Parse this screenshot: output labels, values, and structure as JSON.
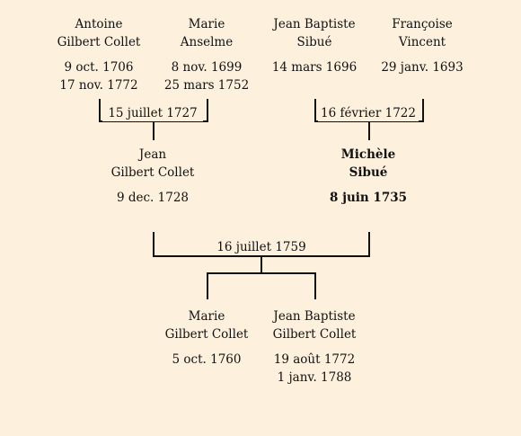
{
  "generation1": [
    {
      "first": "Antoine",
      "last": "Gilbert Collet",
      "birth": "9 oct. 1706",
      "death": "17 nov. 1772"
    },
    {
      "first": "Marie",
      "last": "Anselme",
      "birth": "8 nov. 1699",
      "death": "25 mars 1752"
    },
    {
      "first": "Jean Baptiste",
      "last": "Sibué",
      "birth": "14 mars 1696",
      "death": ""
    },
    {
      "first": "Françoise",
      "last": "Vincent",
      "birth": "29 janv. 1693",
      "death": ""
    }
  ],
  "marriages": {
    "left": "15 juillet 1727",
    "right": "16 février 1722",
    "center": "16 juillet 1759"
  },
  "generation2": [
    {
      "first": "Jean",
      "last": "Gilbert Collet",
      "birth": "9 dec. 1728"
    },
    {
      "first": "Michèle",
      "last": "Sibué",
      "birth": "8 juin 1735",
      "highlighted": true
    }
  ],
  "generation3": [
    {
      "first": "Marie",
      "last": "Gilbert Collet",
      "birth": "5 oct. 1760",
      "death": ""
    },
    {
      "first": "Jean Baptiste",
      "last": "Gilbert Collet",
      "birth": "19 août 1772",
      "death": "1 janv. 1788"
    }
  ],
  "colors": {
    "background": "#fdf0dc",
    "line": "#111111"
  }
}
